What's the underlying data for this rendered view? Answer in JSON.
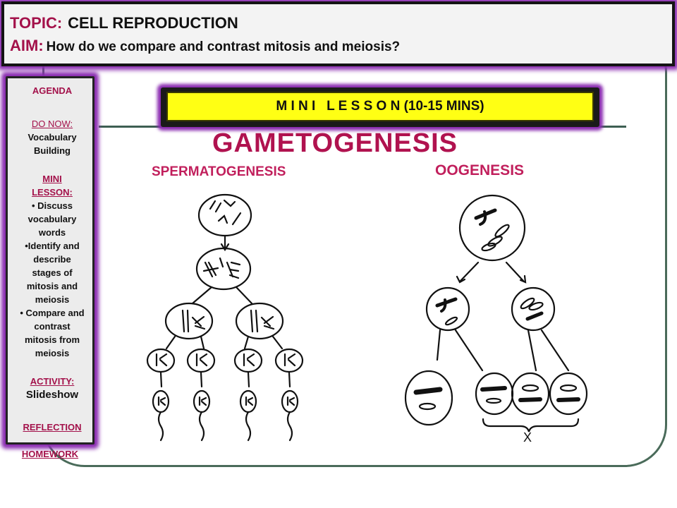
{
  "header": {
    "topic_label": "TOPIC:",
    "topic_value": "CELL REPRODUCTION",
    "aim_label": "AIM:",
    "aim_value": "How do we compare and contrast mitosis and meiosis?"
  },
  "agenda": {
    "title": "AGENDA",
    "do_now_label": "DO NOW:",
    "do_now_items": [
      "Vocabulary",
      "Building"
    ],
    "mini_lesson_label_1": "MINI",
    "mini_lesson_label_2": "LESSON:",
    "mini_lesson_lines": [
      "• Discuss",
      "vocabulary",
      "words",
      "•Identify and",
      "describe",
      "stages of",
      "mitosis and",
      "meiosis",
      "• Compare and",
      "contrast",
      "mitosis from",
      "meiosis"
    ],
    "activity_label": "ACTIVITY:",
    "activity_value": "Slideshow",
    "reflection_label": "REFLECTION",
    "homework_label": "HOMEWORK"
  },
  "banner": {
    "text": "M I N I   L E S S O N (10-15 MINS)"
  },
  "diagram": {
    "title": "GAMETOGENESIS",
    "left_heading": "SPERMATOGENESIS",
    "right_heading": "OOGENESIS",
    "brace_label": "X"
  },
  "colors": {
    "accent": "#a3114a",
    "glow": "#8a2bb0",
    "banner": "#ffff14",
    "frame": "#4a6b5a"
  }
}
